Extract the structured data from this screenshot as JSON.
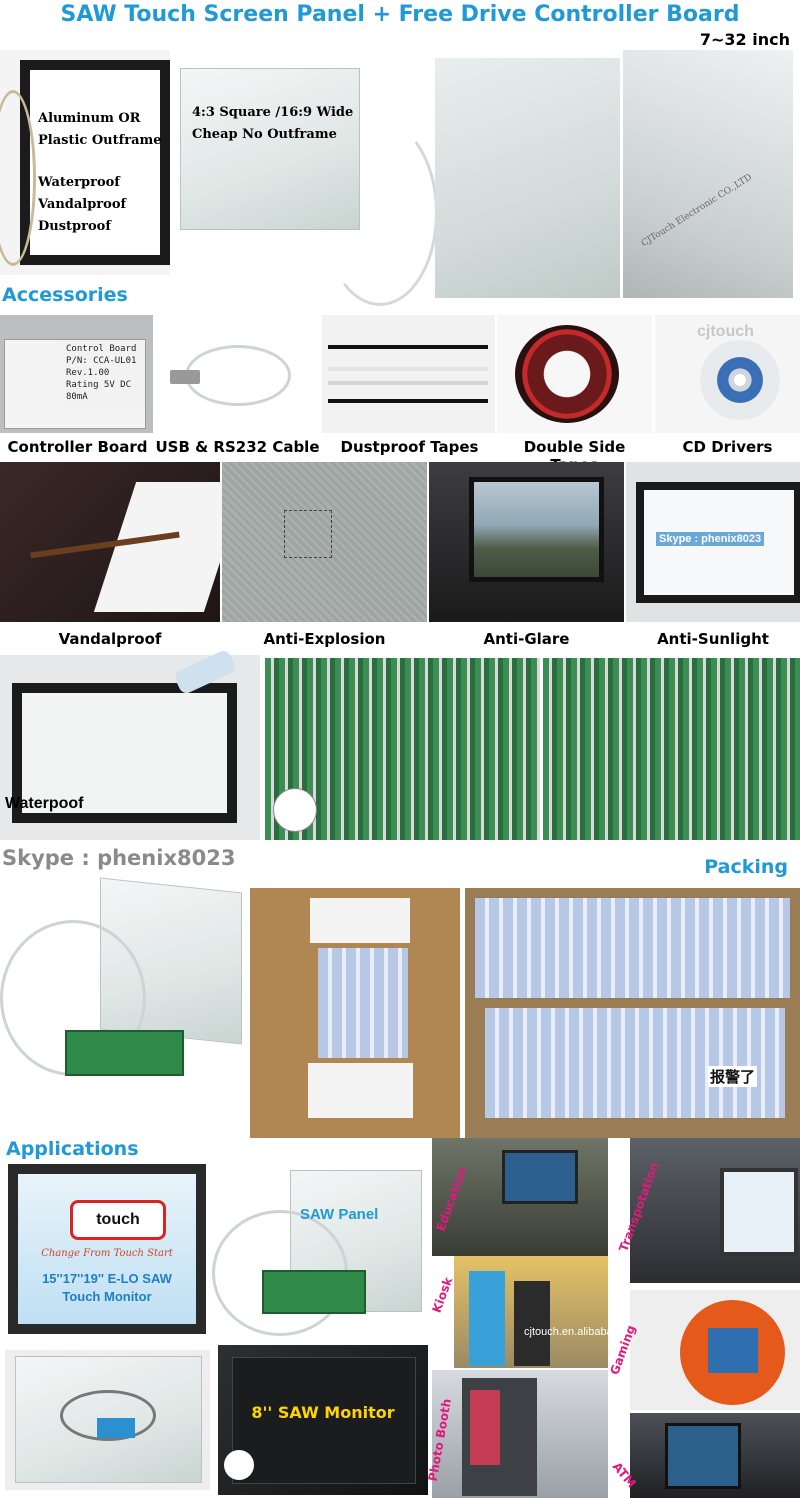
{
  "header": {
    "title": "SAW Touch Screen Panel + Free Drive Controller Board",
    "size_range": "7~32 inch"
  },
  "top_images": {
    "outframe_text": [
      "Aluminum OR",
      "Plastic Outframe",
      "Waterproof",
      "Vandalproof",
      "Dustproof"
    ],
    "noframe_text": [
      "4:3 Square /16:9 Wide",
      "Cheap No Outframe"
    ],
    "watermark": "CJTouch Electronic CO.,LTD"
  },
  "accessories": {
    "heading": "Accessories",
    "board_label": [
      "Control Board",
      "P/N: CCA-UL01",
      "Rev.1.00",
      "Rating 5V DC 80mA"
    ],
    "cd_watermark": "cjtouch",
    "items": [
      "Controller Board",
      "USB & RS232 Cable",
      "Dustproof Tapes",
      "Double Side Tapes",
      "CD Drivers"
    ]
  },
  "features": {
    "items": [
      "Vandalproof",
      "Anti-Explosion",
      "Anti-Glare",
      "Anti-Sunlight"
    ],
    "skype_overlay": "Skype : phenix8023"
  },
  "waterproof": {
    "label": "Waterpoof"
  },
  "contact": {
    "skype": "Skype : phenix8023"
  },
  "packing": {
    "heading": "Packing",
    "sticker_text": "报警了"
  },
  "applications": {
    "heading": "Applications",
    "monitor_logo": "touch",
    "monitor_slogan": "Change From Touch Start",
    "monitor_text": [
      "15''17''19'' E-LO SAW",
      "Touch   Monitor"
    ],
    "saw_panel": "SAW Panel",
    "saw_monitor": "8'' SAW Monitor",
    "scene_labels": [
      "Education",
      "Transpotation",
      "Kiosk",
      "Gaming",
      "Photo Booth",
      "ATM"
    ],
    "site_watermark": "cjtouch.en.alibaba.com"
  },
  "colors": {
    "accent": "#1f9ad6",
    "scene_label": "#e0197d"
  }
}
